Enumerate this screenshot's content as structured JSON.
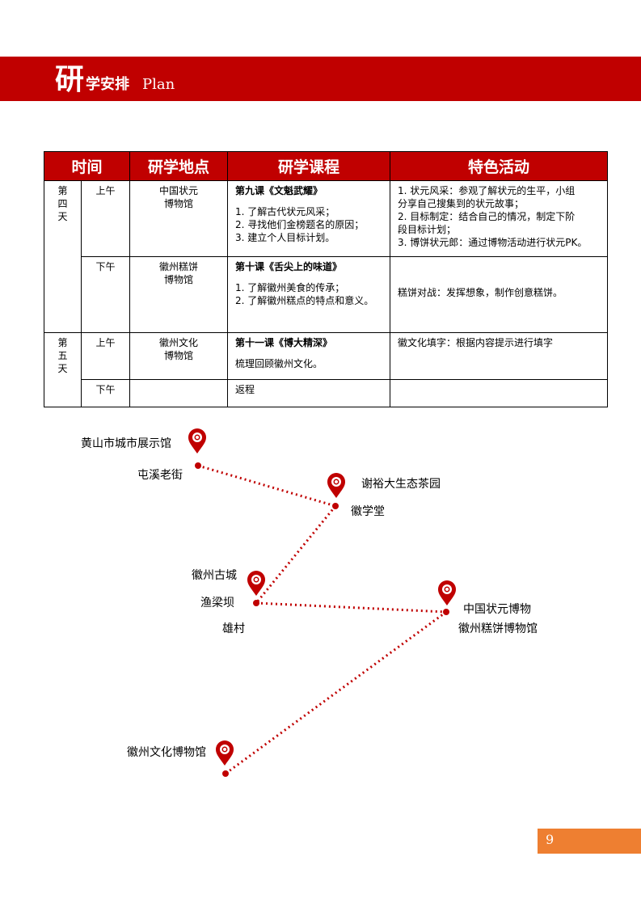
{
  "header": {
    "big_char": "研",
    "rest": "学安排",
    "plan": "Plan"
  },
  "table": {
    "headers": [
      "时间",
      "研学地点",
      "研学课程",
      "特色活动"
    ],
    "days": [
      {
        "day_chars": [
          "第",
          "四",
          "天"
        ],
        "rows": [
          {
            "time": "上午",
            "place_lines": [
              "中国状元",
              "博物馆"
            ],
            "course_title": "第九课《文魁武耀》",
            "course_lines": [
              "1. 了解古代状元风采；",
              "2. 寻找他们金榜题名的原因；",
              "3. 建立个人目标计划。"
            ],
            "activity_lines": [
              "1. 状元风采：参观了解状元的生平，小组",
              "分享自己搜集到的状元故事；",
              "2. 目标制定：结合自己的情况，制定下阶",
              "段目标计划；",
              "3. 博饼状元郎：通过博物活动进行状元PK。"
            ]
          },
          {
            "time": "下午",
            "place_lines": [
              "徽州糕饼",
              "博物馆"
            ],
            "course_title": "第十课《舌尖上的味道》",
            "course_lines": [
              "1. 了解徽州美食的传承；",
              "2. 了解徽州糕点的特点和意义。"
            ],
            "activity_lines": [
              "糕饼对战：发挥想象，制作创意糕饼。"
            ]
          }
        ]
      },
      {
        "day_chars": [
          "第",
          "五",
          "天"
        ],
        "rows": [
          {
            "time": "上午",
            "place_lines": [
              "徽州文化",
              "博物馆"
            ],
            "course_title": "第十一课《博大精深》",
            "course_lines": [
              "梳理回顾徽州文化。"
            ],
            "activity_lines": [
              "徽文化填字：根据内容提示进行填字"
            ]
          },
          {
            "time": "下午",
            "place_lines": [],
            "course_plain": "返程",
            "activity_lines": []
          }
        ]
      }
    ]
  },
  "map": {
    "labels": [
      "黄山市城市展示馆",
      "屯溪老街",
      "谢裕大生态茶园",
      "徽学堂",
      "徽州古城",
      "渔梁坝",
      "雄村",
      "中国状元博物",
      "徽州糕饼博物馆",
      "徽州文化博物馆"
    ],
    "route_color": "#c00000",
    "pin_icon": "location-pin-icon"
  },
  "colors": {
    "brand": "#c00000",
    "page_box": "#ee7f31"
  },
  "page_number": "9"
}
